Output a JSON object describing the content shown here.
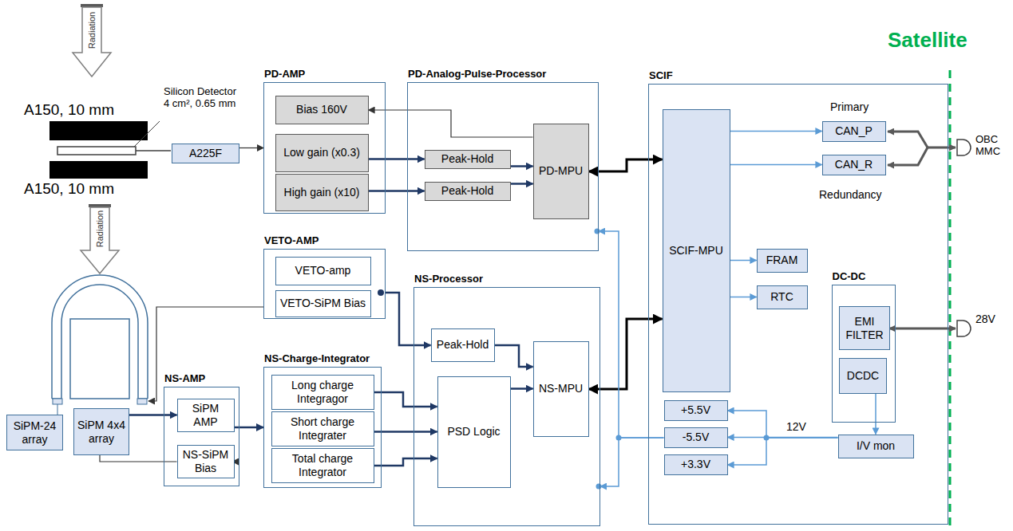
{
  "diagram": {
    "nodes": [
      {
        "text": [
          "PD-AMP"
        ]
      },
      {
        "text": [
          "Bias 160V"
        ],
        "in": 0
      },
      {
        "text": [
          "Low gain (x0.3)"
        ],
        "in": 0
      },
      {
        "text": [
          "High gain (x10)"
        ],
        "in": 0
      },
      {
        "text": [
          "PD-Analog-Pulse-Processor"
        ]
      },
      {
        "text": [
          "Peak-Hold"
        ],
        "in": 4
      },
      {
        "text": [
          "Peak-Hold"
        ],
        "in": 4
      },
      {
        "text": [
          "PD-MPU"
        ],
        "in": 4
      },
      {
        "text": [
          "SCIF"
        ]
      },
      {
        "text": [
          "SCIF-MPU"
        ],
        "in": 8
      },
      {
        "text": [
          "CAN_P"
        ],
        "in": 8
      },
      {
        "text": [
          "CAN_R"
        ],
        "in": 8
      },
      {
        "text": [
          "FRAM"
        ],
        "in": 8
      },
      {
        "text": [
          "RTC"
        ],
        "in": 8
      },
      {
        "text": [
          "DC-DC"
        ],
        "in": 8
      },
      {
        "text": [
          "EMI FILTER"
        ],
        "in": 14
      },
      {
        "text": [
          "DCDC"
        ],
        "in": 14
      },
      {
        "text": [
          "I/V mon"
        ],
        "in": 8
      },
      {
        "text": [
          "+5.5V"
        ],
        "in": 8
      },
      {
        "text": [
          "-5.5V"
        ],
        "in": 8
      },
      {
        "text": [
          "+3.3V"
        ],
        "in": 8
      },
      {
        "text": [
          "A225F"
        ]
      },
      {
        "text": [
          "VETO-AMP"
        ]
      },
      {
        "text": [
          "VETO-amp"
        ],
        "in": 22
      },
      {
        "text": [
          "VETO-SiPM Bias"
        ],
        "in": 22
      },
      {
        "text": [
          "NS-Processor"
        ]
      },
      {
        "text": [
          "Peak-Hold"
        ],
        "in": 25
      },
      {
        "text": [
          "PSD Logic"
        ],
        "in": 25
      },
      {
        "text": [
          "NS-MPU"
        ],
        "in": 25
      },
      {
        "text": [
          "NS-Charge-Integrator"
        ]
      },
      {
        "text": [
          "Long charge Integragor"
        ],
        "in": 29
      },
      {
        "text": [
          "Short charge Integrater"
        ],
        "in": 29
      },
      {
        "text": [
          "Total charge Integrator"
        ],
        "in": 29
      },
      {
        "text": [
          "NS-AMP"
        ]
      },
      {
        "text": [
          "SiPM AMP"
        ],
        "in": 33
      },
      {
        "text": [
          "NS-SiPM Bias"
        ],
        "in": 33
      },
      {
        "text": [
          "SiPM-24 array"
        ]
      },
      {
        "text": [
          "SiPM 4x4 array"
        ]
      }
    ],
    "edges": [
      {
        "from": 21,
        "to": 0,
        "arrow": "to"
      },
      {
        "from": 2,
        "to": 5,
        "arrow": "to"
      },
      {
        "from": 3,
        "to": 6,
        "arrow": "to"
      },
      {
        "from": 5,
        "to": 7,
        "arrow": "to"
      },
      {
        "from": 6,
        "to": 7,
        "arrow": "to"
      },
      {
        "from": 7,
        "to": 1,
        "arrow": "to"
      },
      {
        "from": 7,
        "to": 9,
        "arrow": "both"
      },
      {
        "from": 9,
        "to": 10,
        "arrow": "to"
      },
      {
        "from": 9,
        "to": 11,
        "arrow": "to"
      },
      {
        "from": 9,
        "to": 12,
        "arrow": "to"
      },
      {
        "from": 9,
        "to": 13,
        "arrow": "to"
      },
      {
        "from": 28,
        "to": 9,
        "arrow": "both"
      },
      {
        "from": 22,
        "to": 26,
        "arrow": "to"
      },
      {
        "from": 26,
        "to": 28,
        "arrow": "to"
      },
      {
        "from": 30,
        "to": 27,
        "arrow": "to"
      },
      {
        "from": 31,
        "to": 27,
        "arrow": "to"
      },
      {
        "from": 32,
        "to": 27,
        "arrow": "to"
      },
      {
        "from": 27,
        "to": 28,
        "arrow": "to"
      },
      {
        "from": 34,
        "to": 29,
        "arrow": "to"
      },
      {
        "from": 37,
        "to": 34,
        "arrow": "to"
      },
      {
        "from": 35,
        "to": 37,
        "arrow": "none"
      },
      {
        "from": 16,
        "to": 17,
        "arrow": "to"
      },
      {
        "from": 17,
        "to": 18,
        "arrow": "to"
      },
      {
        "from": 17,
        "to": 19,
        "arrow": "to"
      },
      {
        "from": 17,
        "to": 20,
        "arrow": "to"
      },
      {
        "from": 19,
        "to": 4,
        "arrow": "to"
      },
      {
        "from": 19,
        "to": 25,
        "arrow": "to"
      }
    ],
    "labels": [
      "Radiation",
      "A150, 10 mm",
      "Silicon Detector 4 cm², 0.65 mm",
      "A150, 10 mm",
      "Radiation",
      "Satellite",
      "Primary",
      "Redundancy",
      "OBC MMC",
      "28V",
      "12V"
    ]
  }
}
